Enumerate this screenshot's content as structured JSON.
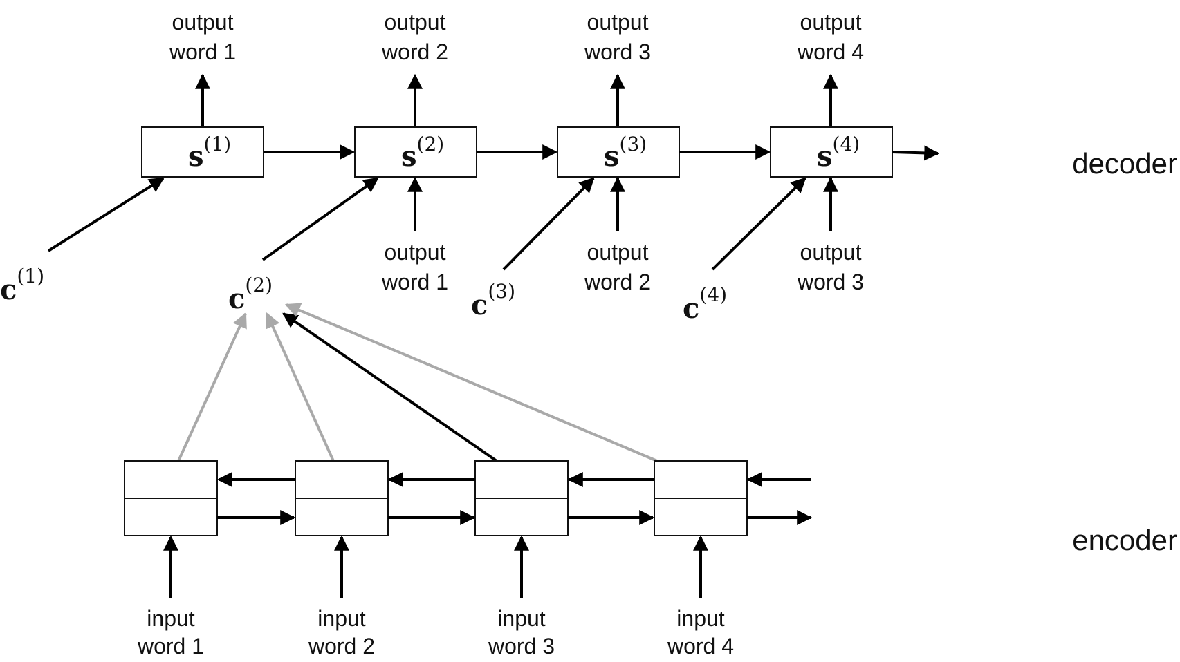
{
  "labels": {
    "decoder": "decoder",
    "encoder": "encoder"
  },
  "decoder": {
    "states": [
      {
        "symbol": "s",
        "index": "(1)",
        "output_line1": "output",
        "output_line2": "word 1"
      },
      {
        "symbol": "s",
        "index": "(2)",
        "output_line1": "output",
        "output_line2": "word 2"
      },
      {
        "symbol": "s",
        "index": "(3)",
        "output_line1": "output",
        "output_line2": "word 3"
      },
      {
        "symbol": "s",
        "index": "(4)",
        "output_line1": "output",
        "output_line2": "word 4"
      }
    ],
    "prev_outputs": [
      {
        "line1": "output",
        "line2": "word 1"
      },
      {
        "line1": "output",
        "line2": "word 2"
      },
      {
        "line1": "output",
        "line2": "word 3"
      }
    ],
    "contexts": [
      {
        "symbol": "c",
        "index": "(1)"
      },
      {
        "symbol": "c",
        "index": "(2)"
      },
      {
        "symbol": "c",
        "index": "(3)"
      },
      {
        "symbol": "c",
        "index": "(4)"
      }
    ]
  },
  "encoder": {
    "inputs": [
      {
        "line1": "input",
        "line2": "word 1"
      },
      {
        "line1": "input",
        "line2": "word 2"
      },
      {
        "line1": "input",
        "line2": "word 3"
      },
      {
        "line1": "input",
        "line2": "word 4"
      }
    ]
  },
  "colors": {
    "strong_attention": "#000000",
    "weak_attention": "#a9a9a9"
  }
}
